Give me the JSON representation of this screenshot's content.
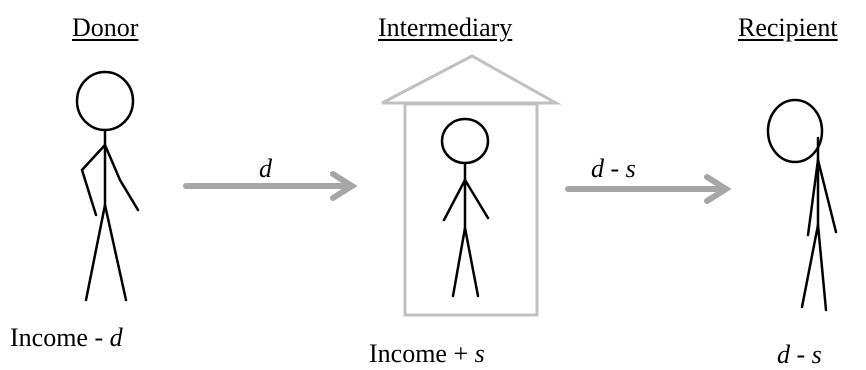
{
  "headings": {
    "donor": "Donor",
    "intermediary": "Intermediary",
    "recipient": "Recipient"
  },
  "arrows": {
    "donor_to_intermediary": "d",
    "intermediary_to_recipient": {
      "var1": "d",
      "op": " - ",
      "var2": "s"
    }
  },
  "captions": {
    "donor": {
      "prefix": "Income - ",
      "var": "d"
    },
    "intermediary": {
      "prefix": "Income + ",
      "var": "s"
    },
    "recipient": {
      "var1": "d",
      "op": " - ",
      "var2": "s"
    }
  },
  "colors": {
    "figure": "#000000",
    "arrow": "#a6a6a6",
    "house": "#c0c0c0"
  }
}
